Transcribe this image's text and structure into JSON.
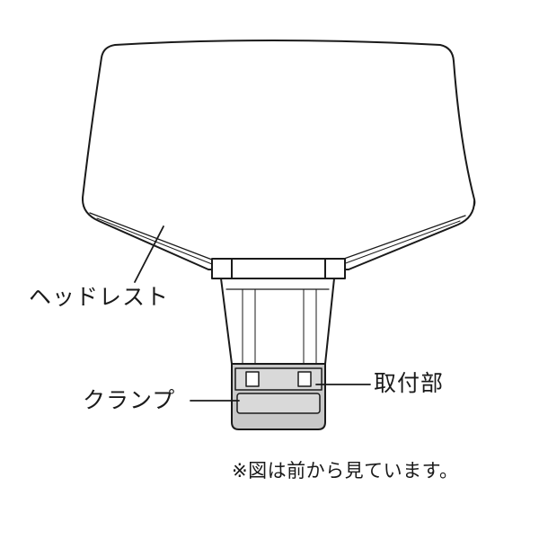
{
  "labels": {
    "headrest": "ヘッドレスト",
    "mount": "取付部",
    "clamp": "クランプ"
  },
  "note": "※図は前から見ています。",
  "colors": {
    "outline": "#1a1a1a",
    "background": "#ffffff",
    "clamp_fill": "#c8c8c8",
    "clamp_fill_light": "#d9d9d9"
  }
}
